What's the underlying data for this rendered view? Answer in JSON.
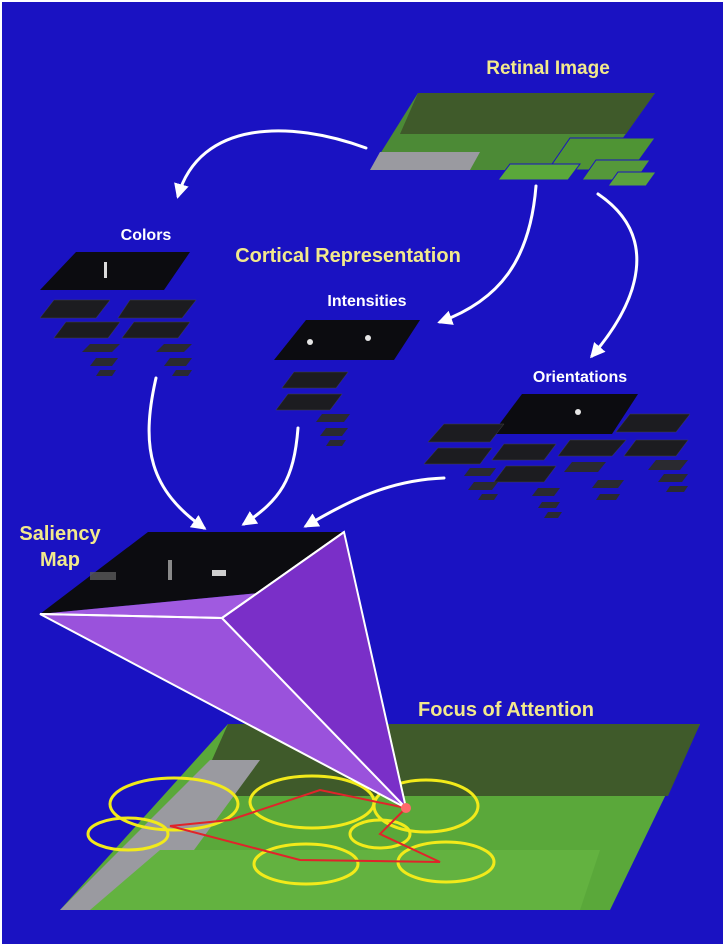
{
  "labels": {
    "retinal_image": "Retinal Image",
    "colors": "Colors",
    "cortical_representation": "Cortical Representation",
    "intensities": "Intensities",
    "orientations": "Orientations",
    "saliency_line1": "Saliency",
    "saliency_line2": "Map",
    "focus_of_attention": "Focus of Attention"
  },
  "colors": {
    "background": "#1a12c2",
    "frame": "#ffffff",
    "yellow_label": "#f2e98c",
    "white_label": "#ffffff",
    "arrow": "#ffffff",
    "pyramid_light": "#a05ae0",
    "pyramid_dark": "#7a2fc8",
    "grass": "#5aa83a",
    "hedge": "#3f5a2a",
    "path": "#9a9aa0",
    "attention_circle": "#f2ea1a",
    "scanpath": "#e0242a",
    "feature_map": "#0c0c10"
  },
  "icons": [
    "retinal-image-thumbnail",
    "feature-map-tiles",
    "saliency-map-tile",
    "scene-image-with-attention"
  ]
}
